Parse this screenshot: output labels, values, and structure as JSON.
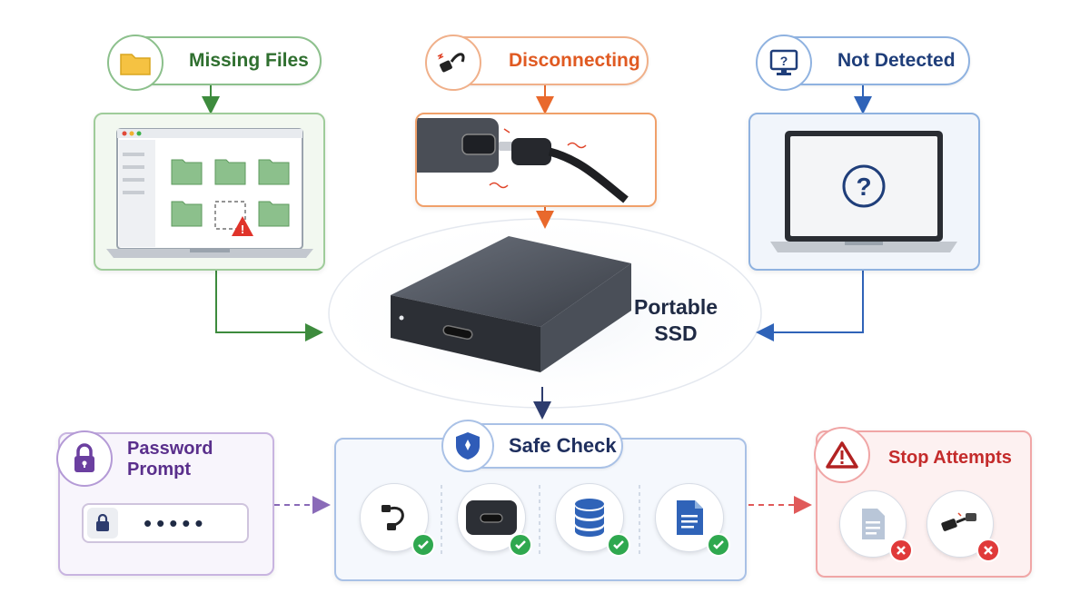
{
  "labels": {
    "missing_files": "Missing Files",
    "disconnecting": "Disconnecting",
    "not_detected": "Not Detected",
    "ssd_line1": "Portable",
    "ssd_line2": "SSD",
    "password_prompt": "Password Prompt",
    "password_mask": "•••••",
    "safe_check": "Safe Check",
    "stop_attempts": "Stop Attempts"
  },
  "colors": {
    "green": "#3d8b3d",
    "orange": "#e9692c",
    "blue": "#2f63b8",
    "purple": "#6b3fa0",
    "red": "#d83b3b",
    "navy": "#2d3c6e"
  },
  "icons": {
    "missing_files": "folder-icon",
    "disconnecting": "cable-icon",
    "not_detected": "monitor-question-icon",
    "password_prompt": "lock-icon",
    "safe_check": "shield-icon",
    "stop_attempts": "warning-icon"
  }
}
